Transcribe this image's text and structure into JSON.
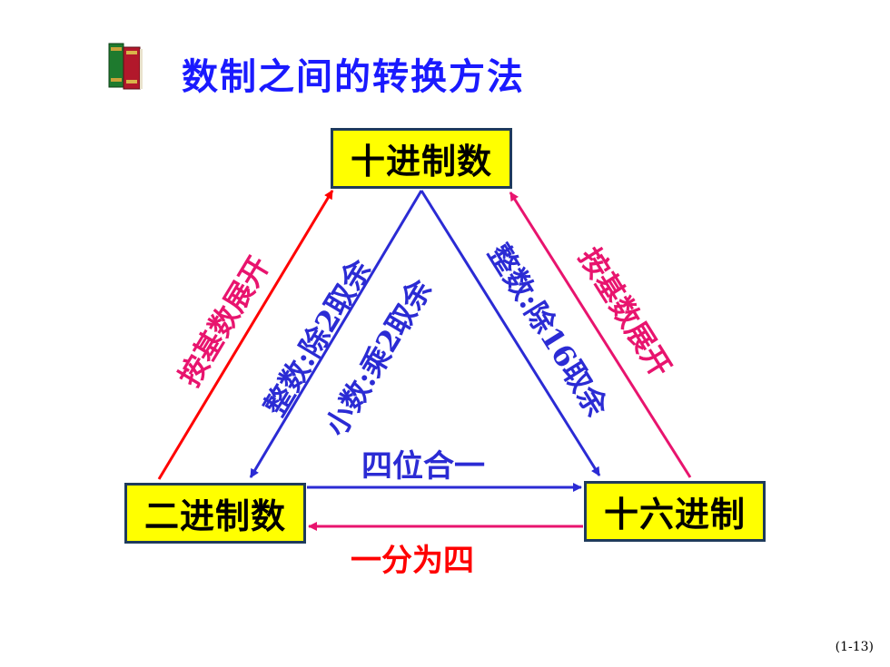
{
  "title": "数制之间的转换方法",
  "nodes": {
    "decimal": "十进制数",
    "binary": "二进制数",
    "hex": "十六进制"
  },
  "labels": {
    "bin_to_dec": "按基数展开",
    "dec_to_bin_integer": "整数:除2取余",
    "dec_to_bin_fraction": "小数:乘2取余",
    "dec_to_hex_integer": "整数:除16取余",
    "hex_to_dec": "按基数展开",
    "bin_to_hex": "四位合一",
    "hex_to_bin": "一分为四"
  },
  "page_number": "(1-13)",
  "colors": {
    "title": "#1a1aff",
    "blue_arrow": "#2b2bd4",
    "red_arrow": "#ff0000",
    "pink_arrow": "#e8146e",
    "box_fill": "#ffff00",
    "box_border": "#1f3b5c"
  }
}
